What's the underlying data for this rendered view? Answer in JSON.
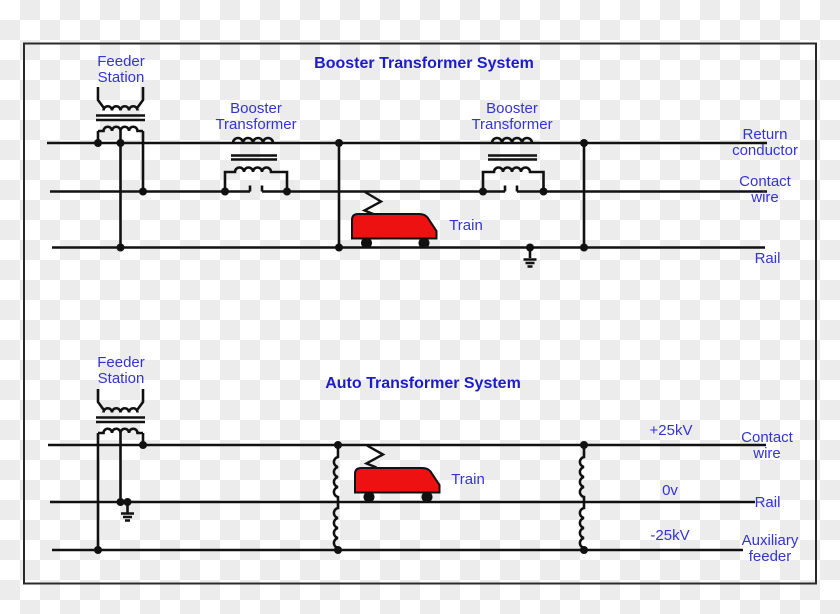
{
  "colors": {
    "line": "#111111",
    "frame": "#2a2a2a",
    "title_blue": "#1d1dc6",
    "label_blue": "#3434cf",
    "train_red": "#ee1111",
    "checker_gray": "#ececec",
    "checker_white": "#ffffff"
  },
  "booster_system": {
    "title": "Booster Transformer System",
    "feeder_station": "Feeder Station",
    "booster_transformer_left": "Booster Transformer",
    "booster_transformer_right": "Booster Transformer",
    "train": "Train",
    "labels": {
      "return_conductor": "Return conductor",
      "contact_wire": "Contact wire",
      "rail": "Rail"
    }
  },
  "auto_system": {
    "title": "Auto Transformer System",
    "feeder_station": "Feeder Station",
    "train": "Train",
    "voltages": {
      "contact": "+25kV",
      "rail": "0v",
      "auxiliary": "-25kV"
    },
    "labels": {
      "contact_wire": "Contact wire",
      "rail": "Rail",
      "auxiliary_feeder": "Auxiliary feeder"
    }
  }
}
